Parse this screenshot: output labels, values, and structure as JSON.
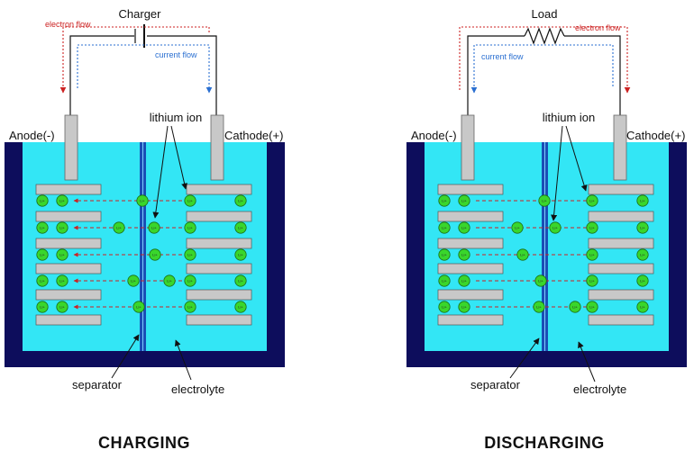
{
  "panels": [
    {
      "id": "charging",
      "title": "CHARGING",
      "source_label": "Charger",
      "source_type": "battery",
      "electron_flow_label": "electron flow",
      "current_flow_label": "current flow",
      "electron_flow_direction": "right-to-left",
      "ion_direction": "to-anode",
      "anode_label": "Anode(-)",
      "cathode_label": "Cathode(+)",
      "ion_callout_label": "lithium ion",
      "separator_label": "separator",
      "electrolyte_label": "electrolyte",
      "ion_symbol": "Li+"
    },
    {
      "id": "discharging",
      "title": "DISCHARGING",
      "source_label": "Load",
      "source_type": "resistor",
      "electron_flow_label": "electron flow",
      "current_flow_label": "current flow",
      "electron_flow_direction": "left-to-right",
      "ion_direction": "to-cathode",
      "anode_label": "Anode(-)",
      "cathode_label": "Cathode(+)",
      "ion_callout_label": "lithium ion",
      "separator_label": "separator",
      "electrolyte_label": "electrolyte",
      "ion_symbol": "Li+"
    }
  ],
  "colors": {
    "container": "#0d0d5c",
    "electrolyte": "#33e6f5",
    "electrode": "#c8c8c8",
    "separator": "#1a4fb5",
    "ion": "#39d62c",
    "electron_flow": "#cc2222",
    "current_flow": "#2a6fd1"
  }
}
